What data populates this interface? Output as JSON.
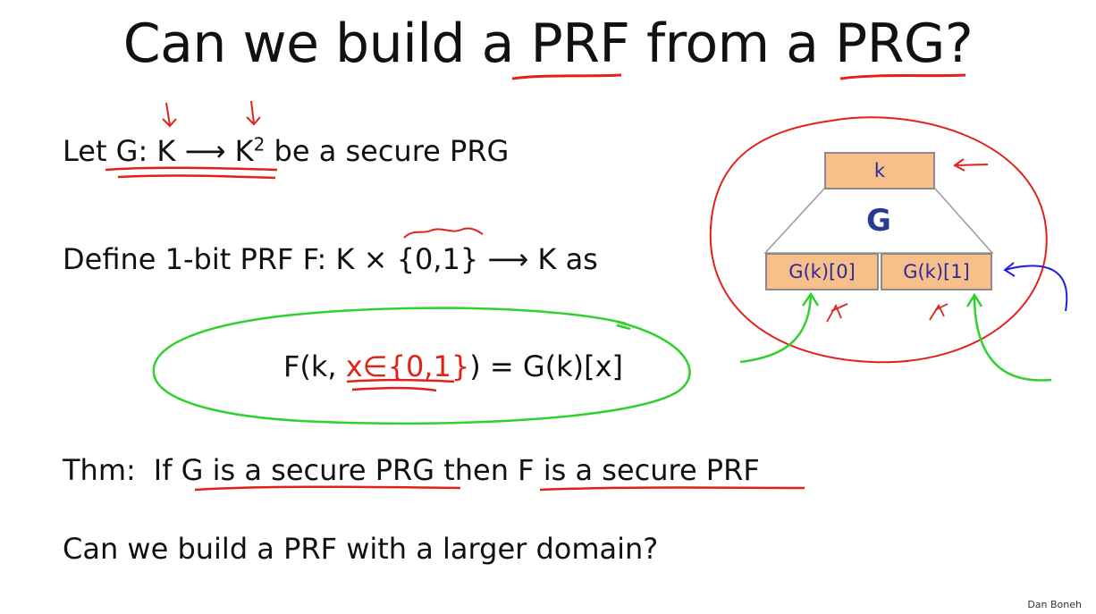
{
  "title": {
    "part1": "Can we build a ",
    "prf": "PRF",
    "part2": " from a ",
    "prg": "PRG",
    "part3": "?"
  },
  "line1": {
    "let": "Let ",
    "g": "G",
    "colon": ": K ⟶ K",
    "exp": "2",
    "rest": "  be a secure PRG"
  },
  "line2": {
    "text": "Define 1-bit PRF  F: K × {0,1} ⟶ K   as"
  },
  "formula": {
    "pre": "F(k, ",
    "x": "x∈{0,1}",
    "post": ") = G(k)[x]"
  },
  "thm": {
    "label": "Thm:",
    "if": "If ",
    "g": "G",
    "mid": "  is a secure PRG",
    "then": " then ",
    "f": "F is a secure PRF"
  },
  "question": "Can we build a PRF with a larger domain?",
  "diagram": {
    "key": "k",
    "gen": "G",
    "left": "G(k)[0]",
    "right": "G(k)[1]"
  },
  "credit": "Dan Boneh",
  "colors": {
    "red_ink": "#e0221a",
    "green_ink": "#2ed12e",
    "blue_ink": "#2020e0",
    "box_fill": "#f7c08b"
  }
}
